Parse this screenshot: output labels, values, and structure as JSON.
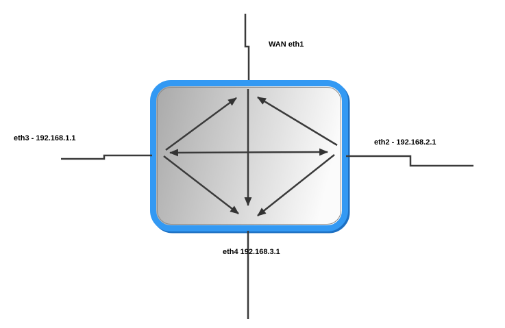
{
  "diagram": {
    "type": "router-interface-diagram",
    "interfaces": [
      {
        "id": "eth1",
        "label": "WAN eth1",
        "position": "top"
      },
      {
        "id": "eth2",
        "label": "eth2 - 192.168.2.1",
        "position": "right"
      },
      {
        "id": "eth3",
        "label": "eth3 - 192.168.1.1",
        "position": "left"
      },
      {
        "id": "eth4",
        "label": "eth4 192.168.3.1",
        "position": "bottom"
      }
    ],
    "connections": [
      {
        "from": "eth3",
        "to": "eth1",
        "arrow": "single"
      },
      {
        "from": "eth2",
        "to": "eth1",
        "arrow": "single"
      },
      {
        "from": "eth3",
        "to": "eth2",
        "arrow": "double"
      },
      {
        "from": "eth1",
        "to": "eth4",
        "arrow": "single"
      },
      {
        "from": "eth3",
        "to": "eth4",
        "arrow": "single"
      },
      {
        "from": "eth2",
        "to": "eth4",
        "arrow": "single"
      }
    ],
    "colors": {
      "box_border": "#3399F3",
      "box_border_shade": "#1C6FC2",
      "box_fill_dark": "#A8A8A8",
      "box_fill_light": "#FBFBFB",
      "box_inner_line": "#8A8A8A",
      "connector": "#3A3A3A",
      "arrow": "#333333",
      "background": "#FFFFFF",
      "label_text": "#000000"
    }
  }
}
